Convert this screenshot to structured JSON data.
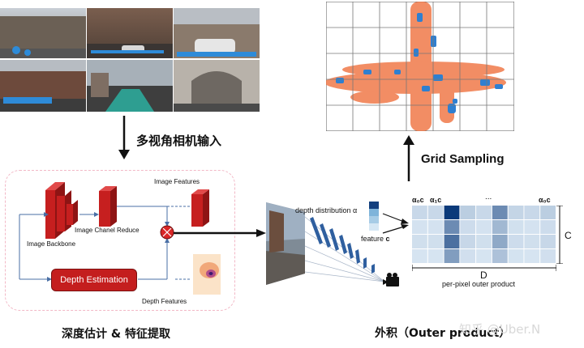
{
  "input_label": "多视角相机输入",
  "stage1_label": "深度估计 & 特征提取",
  "stage2_label": "外积（Outer product）",
  "grid_sampling_label": "Grid Sampling",
  "watermark": "知乎 @Uber.N",
  "feature_block": {
    "image_features": "Image Features",
    "image_backbone": "Image Backbone",
    "image_chanel_reduce": "Image Chanel Reduce",
    "depth_estimation": "Depth Estimation",
    "depth_features": "Depth Features"
  },
  "outer_product": {
    "depth_distribution": "depth distribution α",
    "feature": "feature",
    "feature_symbol": "c",
    "col_first": "α₀c",
    "col_second": "α₁c",
    "ellipsis": "...",
    "col_last": "α₀c",
    "dim_c": "C",
    "dim_d": "D",
    "caption": "per-pixel outer product"
  },
  "colors": {
    "red_block": "#cc2020",
    "pink_border": "#f2b8c6",
    "bev_orange": "#f07a4a",
    "bev_blue": "#2f7fd0",
    "matrix_dark": "#0b3a7a"
  }
}
